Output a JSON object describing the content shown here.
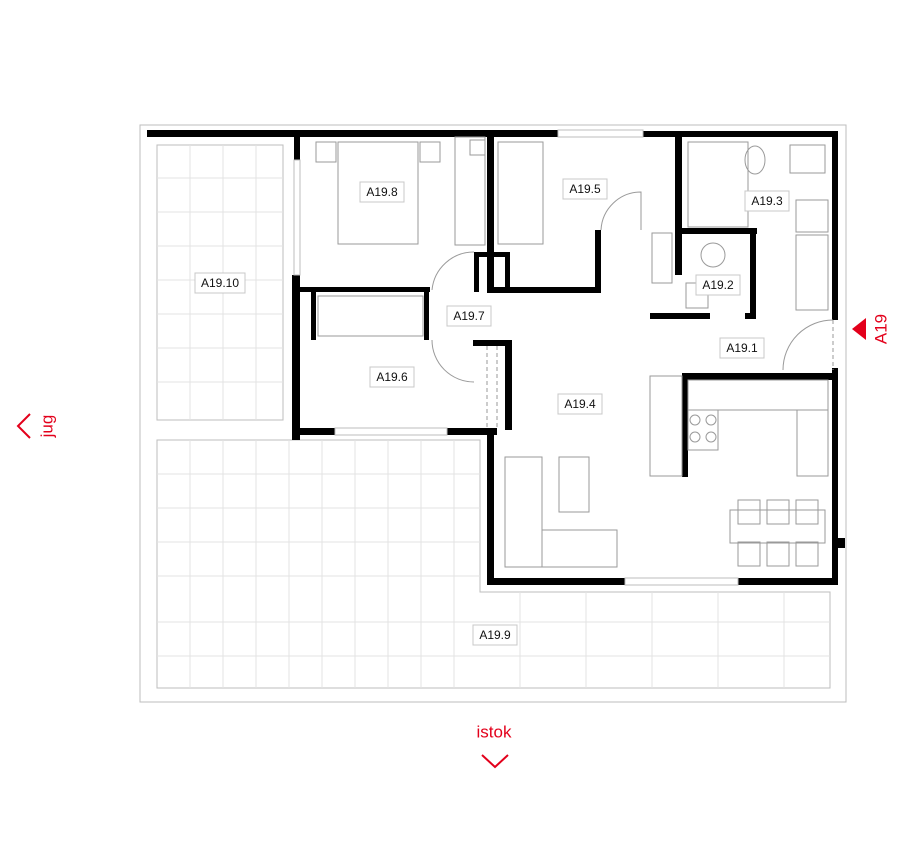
{
  "plan": {
    "unit": "A19",
    "rooms": [
      {
        "id": "A19.1"
      },
      {
        "id": "A19.2"
      },
      {
        "id": "A19.3"
      },
      {
        "id": "A19.4"
      },
      {
        "id": "A19.5"
      },
      {
        "id": "A19.6"
      },
      {
        "id": "A19.7"
      },
      {
        "id": "A19.8"
      },
      {
        "id": "A19.9"
      },
      {
        "id": "A19.10"
      }
    ]
  },
  "orientation": {
    "west_label": "jug",
    "south_label": "istok"
  },
  "colors": {
    "accent": "#e3001b",
    "wall": "#000000"
  }
}
